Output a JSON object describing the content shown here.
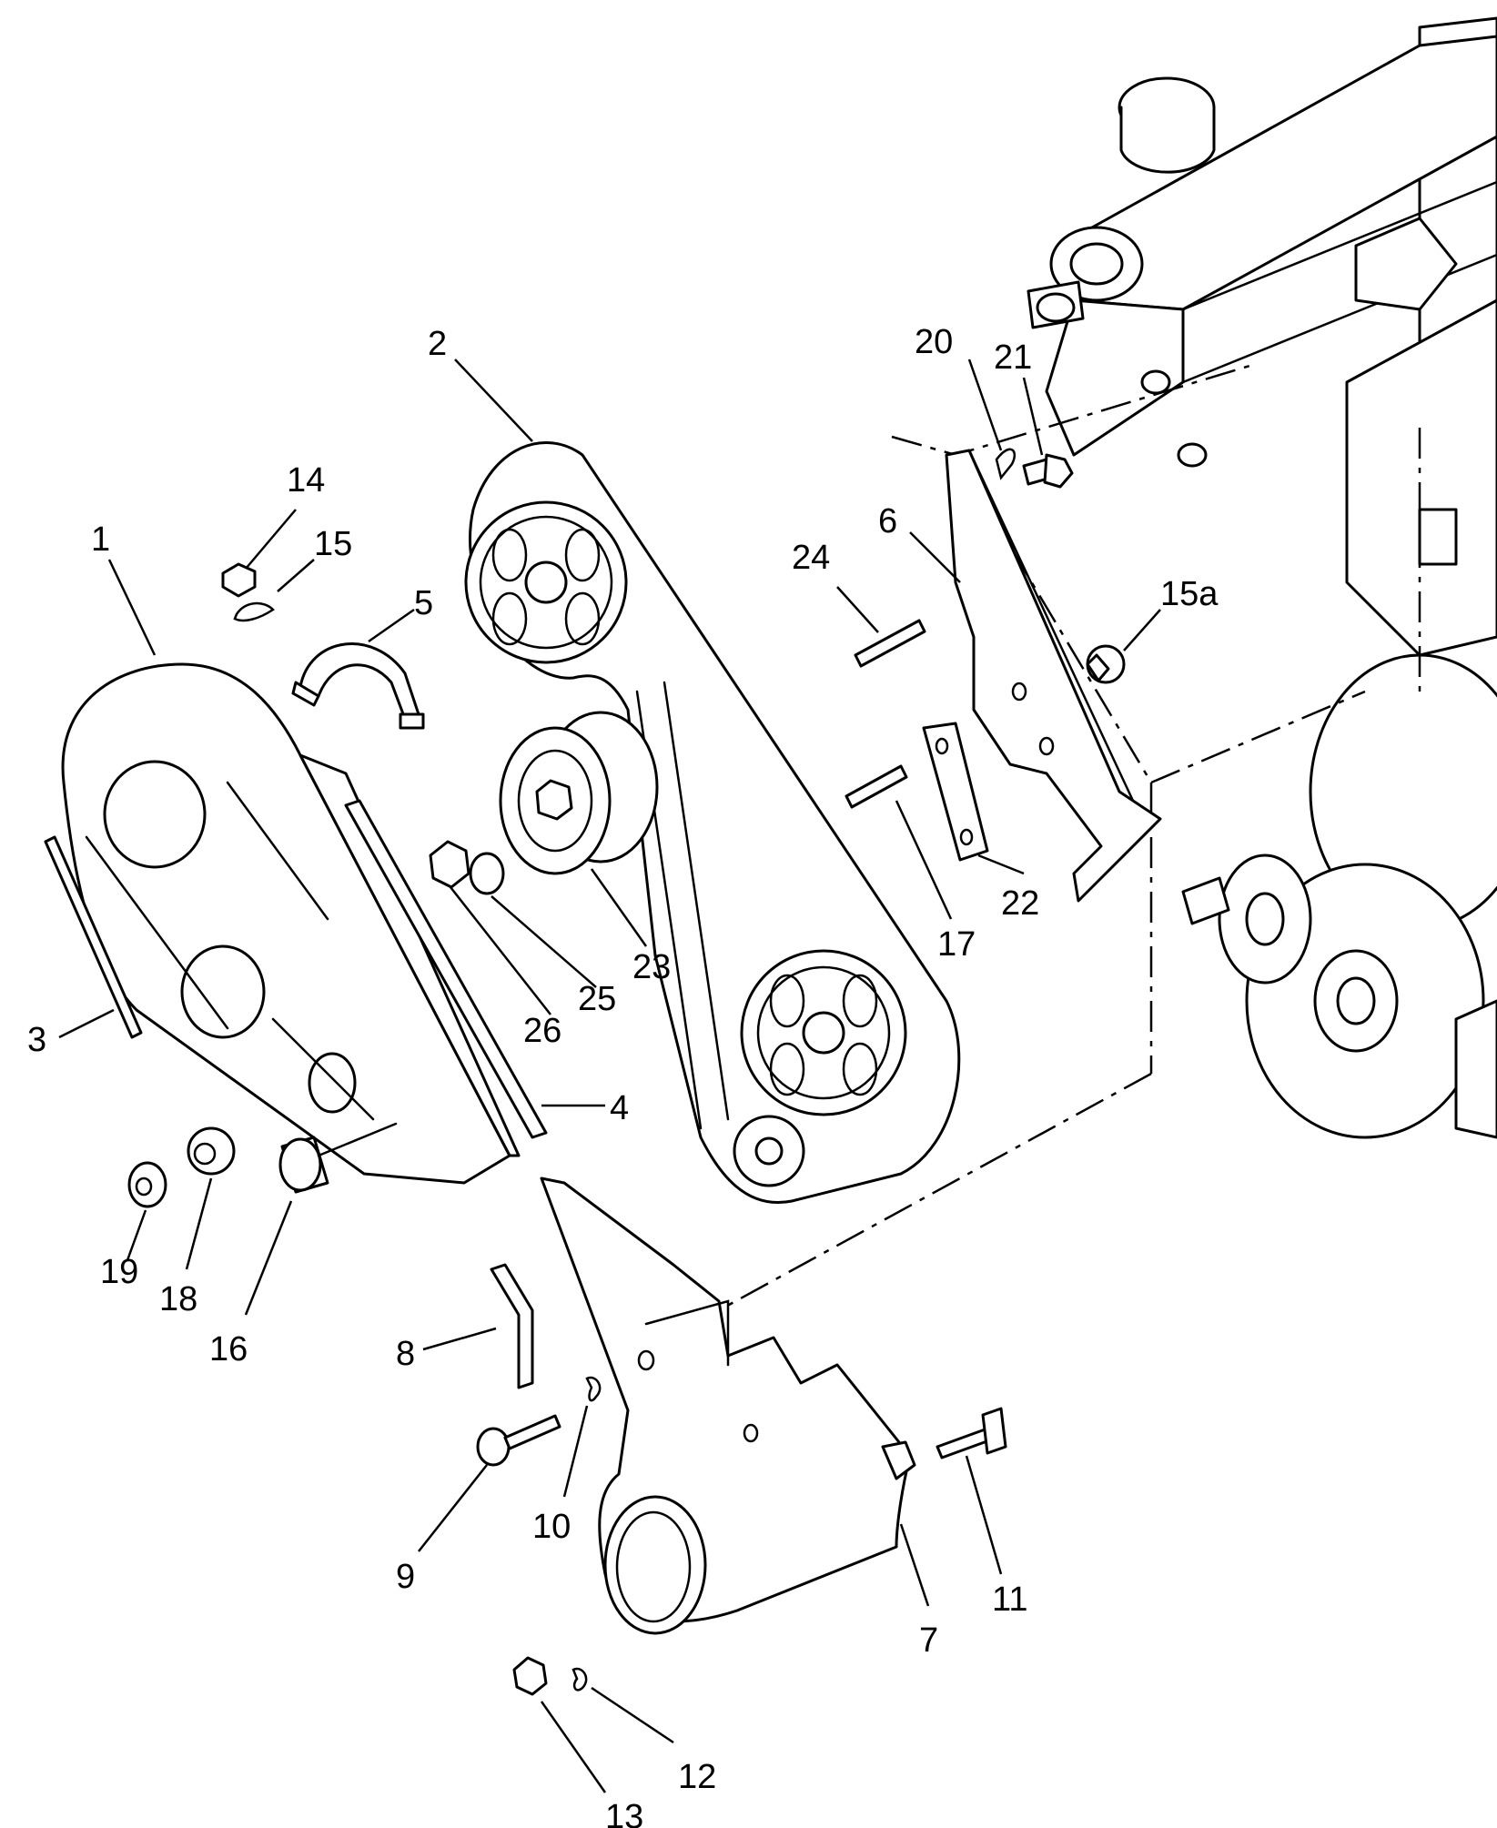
{
  "callouts": [
    {
      "id": "1",
      "label": "1"
    },
    {
      "id": "2",
      "label": "2"
    },
    {
      "id": "3",
      "label": "3"
    },
    {
      "id": "4",
      "label": "4"
    },
    {
      "id": "5",
      "label": "5"
    },
    {
      "id": "6",
      "label": "6"
    },
    {
      "id": "7",
      "label": "7"
    },
    {
      "id": "8",
      "label": "8"
    },
    {
      "id": "9",
      "label": "9"
    },
    {
      "id": "10",
      "label": "10"
    },
    {
      "id": "11",
      "label": "11"
    },
    {
      "id": "12",
      "label": "12"
    },
    {
      "id": "13",
      "label": "13"
    },
    {
      "id": "14",
      "label": "14"
    },
    {
      "id": "15",
      "label": "15"
    },
    {
      "id": "15a",
      "label": "15a"
    },
    {
      "id": "16",
      "label": "16"
    },
    {
      "id": "17",
      "label": "17"
    },
    {
      "id": "18",
      "label": "18"
    },
    {
      "id": "19",
      "label": "19"
    },
    {
      "id": "20",
      "label": "20"
    },
    {
      "id": "21",
      "label": "21"
    },
    {
      "id": "22",
      "label": "22"
    },
    {
      "id": "23",
      "label": "23"
    },
    {
      "id": "24",
      "label": "24"
    },
    {
      "id": "25",
      "label": "25"
    },
    {
      "id": "26",
      "label": "26"
    }
  ]
}
